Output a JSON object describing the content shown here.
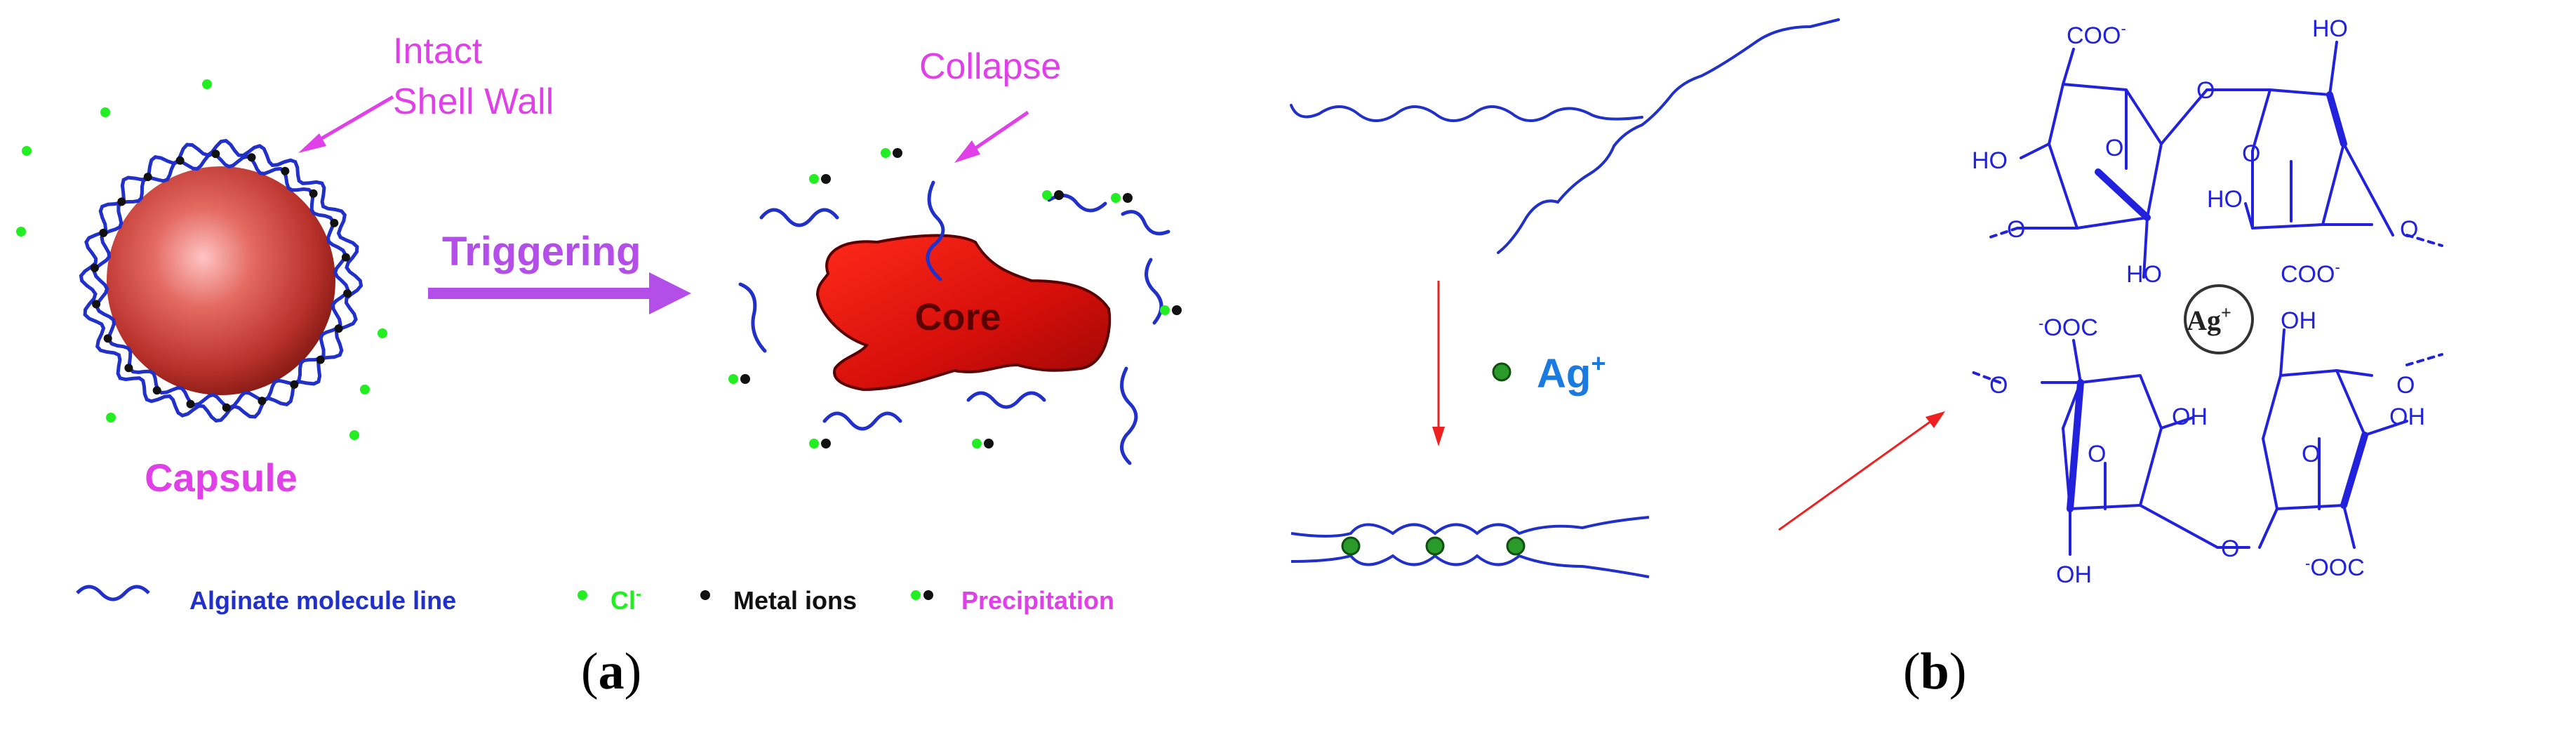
{
  "panel_a": {
    "label_open": "(",
    "label_letter": "a",
    "label_close": ")",
    "intact_label_line1": "Intact",
    "intact_label_line2": "Shell Wall",
    "collapse_label": "Collapse",
    "triggering_label": "Triggering",
    "capsule_label": "Capsule",
    "core_label": "Core",
    "legend": {
      "alginate": "Alginate molecule line",
      "cl_text": "Cl",
      "cl_sup": "-",
      "metal": "Metal ions",
      "precip": "Precipitation"
    }
  },
  "panel_b": {
    "label_open": "(",
    "label_letter": "b",
    "label_close": ")",
    "ag_text": "Ag",
    "ag_sup": "+",
    "ag_center": "Ag",
    "ag_center_sup": "+",
    "atoms": {
      "coo": "COO",
      "ooc": "OOC",
      "minus": "-",
      "ho": "HO",
      "oh": "OH",
      "o": "O"
    }
  },
  "colors": {
    "magenta": "#e040e8",
    "violet": "#b44ee8",
    "alginate_blue": "#2030c8",
    "cl_green": "#22ee22",
    "core_red": "#e01010",
    "arrow_red": "#ee2020",
    "ag_blue": "#1a7ae0",
    "ag_green": "#2a9a2a",
    "structure_blue": "#2222dd"
  }
}
